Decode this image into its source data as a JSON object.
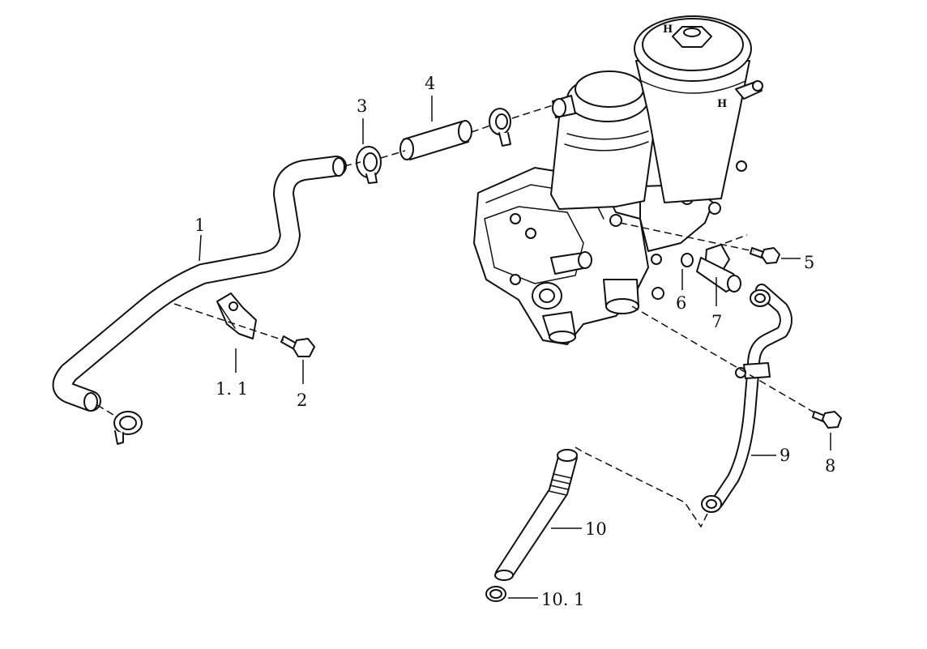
{
  "callouts": {
    "p1": "1",
    "p1_1": "1. 1",
    "p2": "2",
    "p3": "3",
    "p4": "4",
    "p5": "5",
    "p6": "6",
    "p7": "7",
    "p8": "8",
    "p9": "9",
    "p10": "10",
    "p10_1": "10. 1"
  },
  "housing_marks": {
    "cap_logo": "H"
  }
}
